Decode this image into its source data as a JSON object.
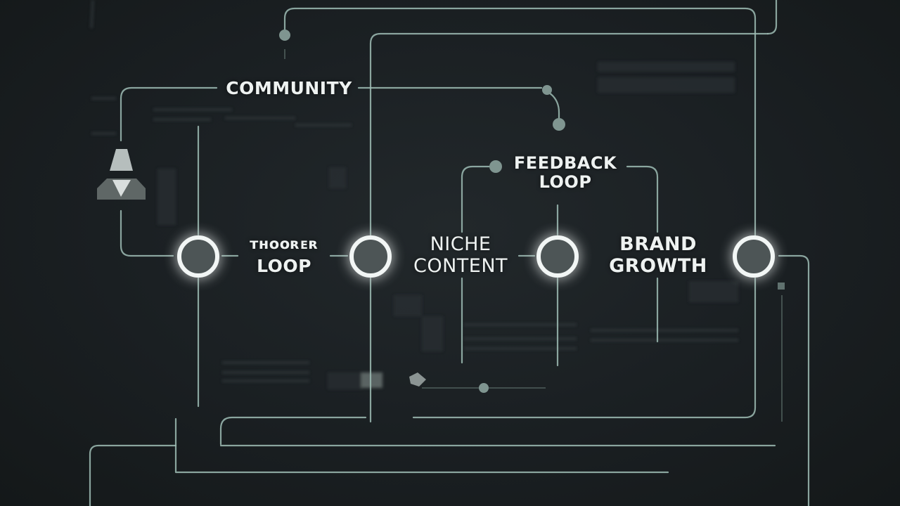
{
  "labels": {
    "community": "COMMUNITY",
    "feedback_line1": "FEEDBACK",
    "feedback_line2": "LOOP",
    "loop_line1": "ᴛʜᴏᴏʀᴇʀ",
    "loop_line2": "LOOP",
    "niche_line1": "NICHE",
    "niche_line2": "CONTENT",
    "brand_line1": "BRAND",
    "brand_line2": "GROWTH"
  },
  "colors": {
    "background": "#181d20",
    "wire": "#9fbdb5",
    "node_fill": "#4d5557",
    "node_ring": "#f2f6f5",
    "text": "#eef2f1"
  },
  "icons": [
    "triangle-icon",
    "diamond-icon"
  ]
}
